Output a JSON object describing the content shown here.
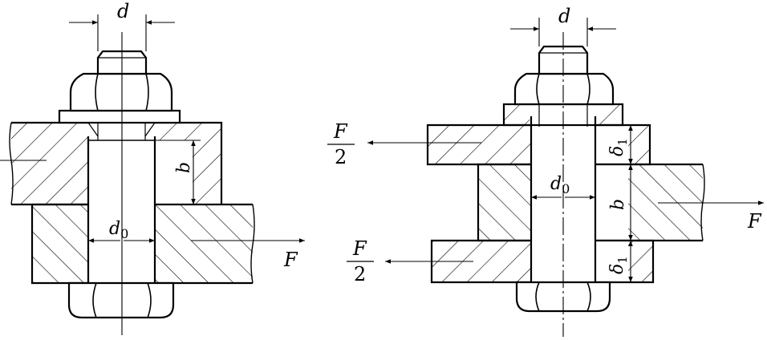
{
  "left_figure": {
    "label_d": "d",
    "label_b": "b",
    "label_d0_main": "d",
    "label_d0_sub": "0",
    "label_F": "F"
  },
  "right_figure": {
    "label_d": "d",
    "label_d0_main": "d",
    "label_d0_sub": "0",
    "label_b": "b",
    "label_delta1_top_main": "δ",
    "label_delta1_top_sub": "1",
    "label_delta1_bot_main": "δ",
    "label_delta1_bot_sub": "1",
    "label_F": "F",
    "label_half_top_num": "F",
    "label_half_top_den": "2",
    "label_half_bot_num": "F",
    "label_half_bot_den": "2"
  },
  "colors": {
    "ink": "#000000",
    "paper": "#ffffff"
  }
}
